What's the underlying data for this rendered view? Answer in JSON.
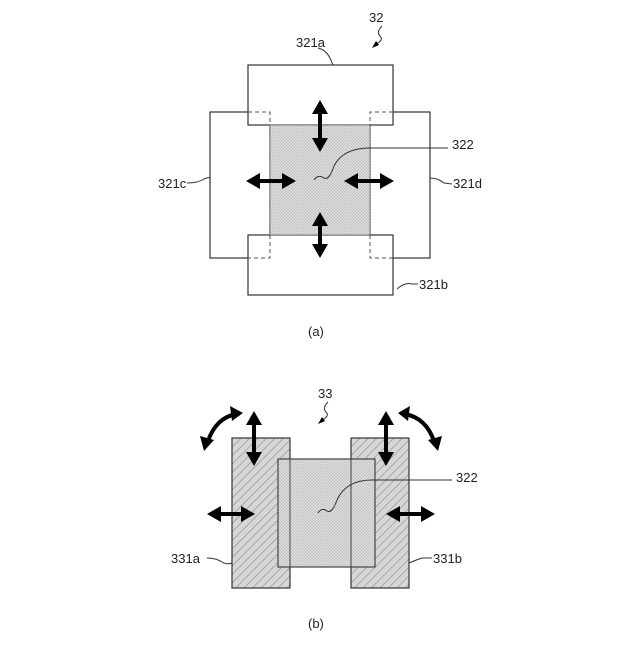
{
  "figure_a": {
    "ref_number": "32",
    "labels": {
      "part_321a": "321a",
      "part_321b": "321b",
      "part_321c": "321c",
      "part_321d": "321d",
      "part_322": "322"
    },
    "caption": "(a)"
  },
  "figure_b": {
    "ref_number": "33",
    "labels": {
      "part_331a": "331a",
      "part_331b": "331b",
      "part_322": "322"
    },
    "caption": "(b)"
  },
  "colors": {
    "line": "#333333",
    "arrow": "#000000",
    "mesh_fill": "#e6e6e6",
    "background": "#ffffff"
  }
}
